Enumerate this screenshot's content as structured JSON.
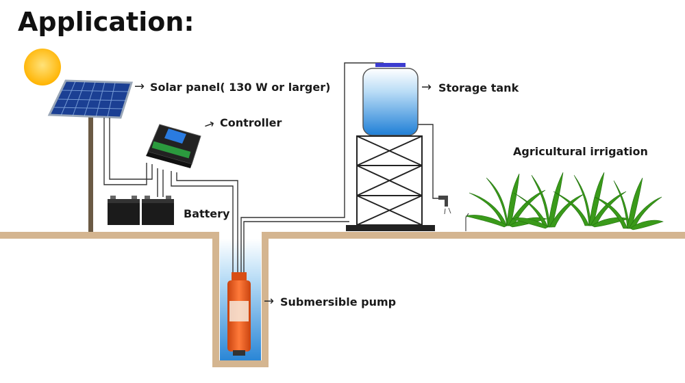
{
  "title": "Application:",
  "labels": {
    "solar_panel": "Solar panel( 130 W or larger)",
    "controller": "Controller",
    "battery": "Battery",
    "storage_tank": "Storage tank",
    "irrigation": "Agricultural irrigation",
    "pump": "Submersible pump"
  },
  "icons": {
    "arrow": "→"
  },
  "colors": {
    "ground": "#d4b590",
    "water": "#3f9be0",
    "sun": "#ffc21a",
    "panel": "#1b3f93",
    "pump": "#e0581c",
    "plant": "#3a9a1a"
  }
}
